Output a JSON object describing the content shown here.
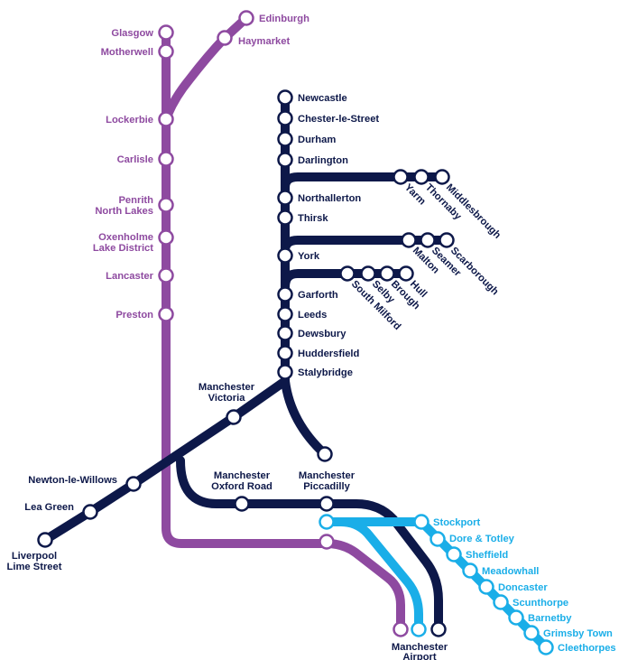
{
  "colors": {
    "west_coast_line": "#8e4aa0",
    "east_coast_line": "#0d1849",
    "south_line": "#1aaee8",
    "station_fill": "#ffffff"
  },
  "stations": {
    "glasgow": "Glasgow",
    "motherwell": "Motherwell",
    "edinburgh": "Edinburgh",
    "haymarket": "Haymarket",
    "lockerbie": "Lockerbie",
    "carlisle": "Carlisle",
    "penrith_1": "Penrith",
    "penrith_2": "North Lakes",
    "oxenholme_1": "Oxenholme",
    "oxenholme_2": "Lake District",
    "lancaster": "Lancaster",
    "preston": "Preston",
    "newcastle": "Newcastle",
    "chester_le_street": "Chester-le-Street",
    "durham": "Durham",
    "darlington": "Darlington",
    "northallerton": "Northallerton",
    "thirsk": "Thirsk",
    "york": "York",
    "garforth": "Garforth",
    "leeds": "Leeds",
    "dewsbury": "Dewsbury",
    "huddersfield": "Huddersfield",
    "stalybridge": "Stalybridge",
    "yarm": "Yarm",
    "thornaby": "Thornaby",
    "middlesbrough": "Middlesbrough",
    "malton": "Malton",
    "seamer": "Seamer",
    "scarborough": "Scarborough",
    "south_milford": "South Milford",
    "selby": "Selby",
    "brough": "Brough",
    "hull": "Hull",
    "manchester_victoria_1": "Manchester",
    "manchester_victoria_2": "Victoria",
    "newton_le_willows": "Newton-le-Willows",
    "lea_green": "Lea Green",
    "liverpool_1": "Liverpool",
    "liverpool_2": "Lime Street",
    "manchester_oxford_road_1": "Manchester",
    "manchester_oxford_road_2": "Oxford Road",
    "manchester_piccadilly_1": "Manchester",
    "manchester_piccadilly_2": "Piccadilly",
    "manchester_airport_1": "Manchester",
    "manchester_airport_2": "Airport",
    "stockport": "Stockport",
    "dore_totley": "Dore & Totley",
    "sheffield": "Sheffield",
    "meadowhall": "Meadowhall",
    "doncaster": "Doncaster",
    "scunthorpe": "Scunthorpe",
    "barnetby": "Barnetby",
    "grimsby_town": "Grimsby Town",
    "cleethorpes": "Cleethorpes"
  }
}
